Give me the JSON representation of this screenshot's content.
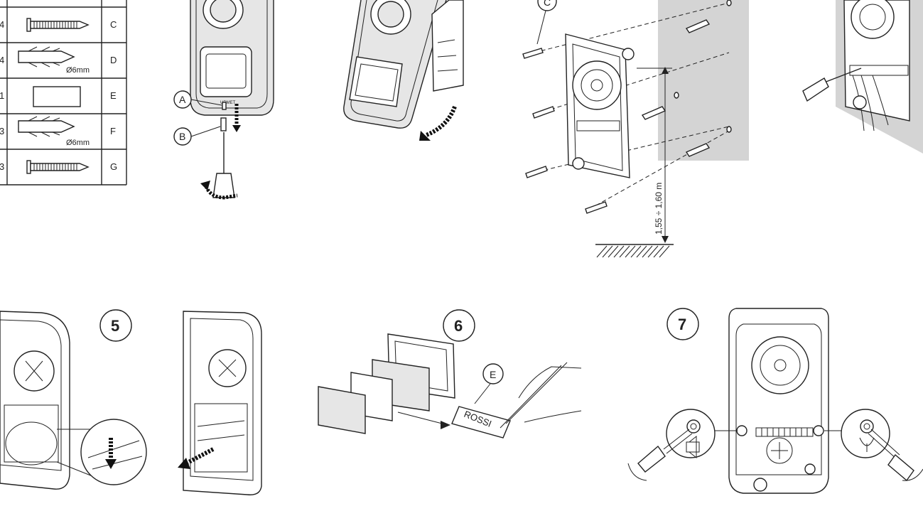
{
  "parts_table": {
    "rows": [
      {
        "qty": "4",
        "size": "",
        "code": "C"
      },
      {
        "qty": "4",
        "size": "Ø6mm",
        "code": "D"
      },
      {
        "qty": "1",
        "size": "",
        "code": "E"
      },
      {
        "qty": "3",
        "size": "Ø6mm",
        "code": "F"
      },
      {
        "qty": "3",
        "size": "",
        "code": "G"
      }
    ]
  },
  "callouts": {
    "a": "A",
    "b": "B",
    "c": "C",
    "e": "E"
  },
  "brand_mark": "URMET",
  "mounting_height": "1,55 ÷ 1,60 m",
  "name_label": "ROSSI",
  "steps": {
    "five": "5",
    "six": "6",
    "seven": "7"
  }
}
